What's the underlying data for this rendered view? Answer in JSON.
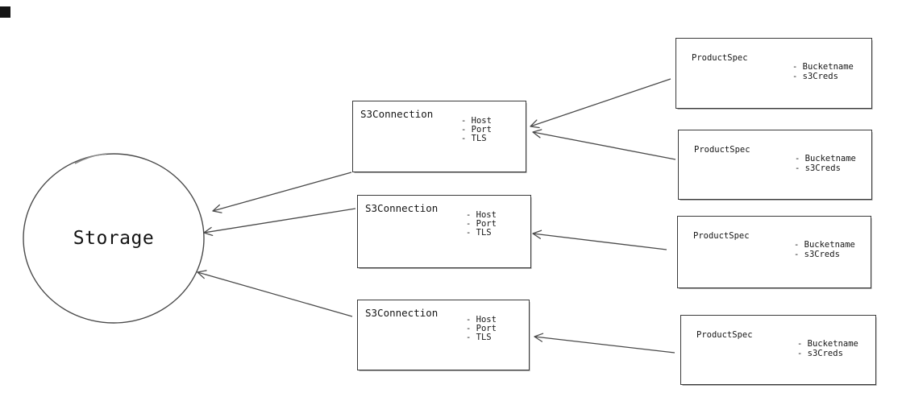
{
  "diagram": {
    "storage": {
      "label": "Storage"
    },
    "s3_connections": [
      {
        "title": "S3Connection",
        "attributes": [
          "- Host",
          "- Port",
          "- TLS"
        ]
      },
      {
        "title": "S3Connection",
        "attributes": [
          "- Host",
          "- Port",
          "- TLS"
        ]
      },
      {
        "title": "S3Connection",
        "attributes": [
          "- Host",
          "- Port",
          "- TLS"
        ]
      }
    ],
    "product_specs": [
      {
        "title": "ProductSpec",
        "attributes": [
          "- Bucketname",
          "- s3Creds"
        ]
      },
      {
        "title": "ProductSpec",
        "attributes": [
          "- Bucketname",
          "- s3Creds"
        ]
      },
      {
        "title": "ProductSpec",
        "attributes": [
          "- Bucketname",
          "- s3Creds"
        ]
      },
      {
        "title": "ProductSpec",
        "attributes": [
          "- Bucketname",
          "- s3Creds"
        ]
      }
    ],
    "connections": [
      {
        "from": "S3Connection-1",
        "to": "Storage"
      },
      {
        "from": "S3Connection-2",
        "to": "Storage"
      },
      {
        "from": "S3Connection-3",
        "to": "Storage"
      },
      {
        "from": "ProductSpec-1",
        "to": "S3Connection-1"
      },
      {
        "from": "ProductSpec-2",
        "to": "S3Connection-1"
      },
      {
        "from": "ProductSpec-3",
        "to": "S3Connection-2"
      },
      {
        "from": "ProductSpec-4",
        "to": "S3Connection-3"
      }
    ],
    "colors": {
      "stroke": "#4a4a4a",
      "box_border": "#3a3a3a",
      "text": "#141414",
      "background": "#ffffff"
    }
  }
}
